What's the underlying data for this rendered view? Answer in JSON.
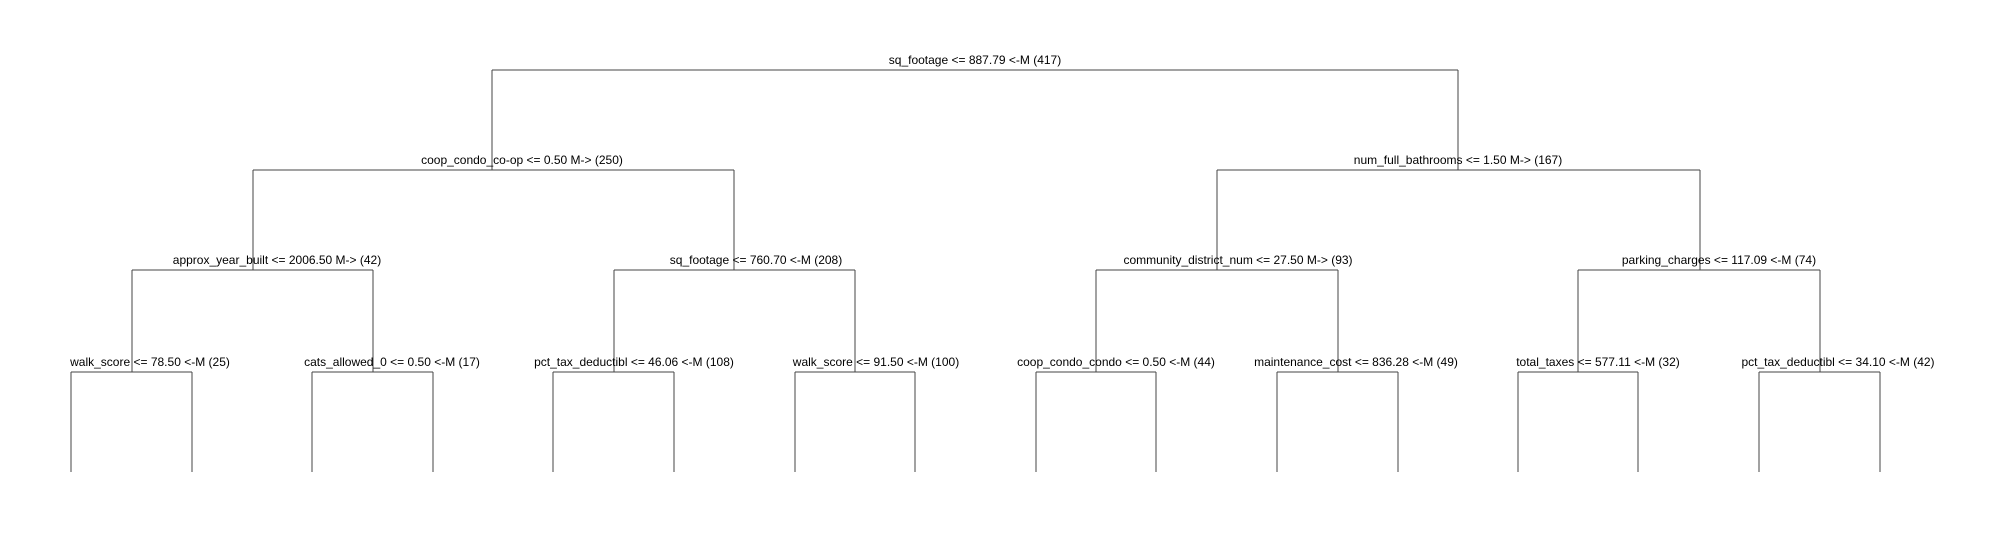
{
  "tree": {
    "line_color": "#444444",
    "nodes": [
      {
        "id": "root",
        "label": "sq_footage <= 887.79 <-M (417)"
      },
      {
        "id": "n1",
        "label": "coop_condo_co-op <= 0.50 M-> (250)"
      },
      {
        "id": "n2",
        "label": "num_full_bathrooms <= 1.50 M-> (167)"
      },
      {
        "id": "n1a",
        "label": "approx_year_built <= 2006.50 M-> (42)"
      },
      {
        "id": "n1b",
        "label": "sq_footage <= 760.70 <-M (208)"
      },
      {
        "id": "n2a",
        "label": "community_district_num <= 27.50 M-> (93)"
      },
      {
        "id": "n2b",
        "label": "parking_charges <= 117.09 <-M (74)"
      },
      {
        "id": "l1",
        "label": "walk_score <= 78.50 <-M (25)"
      },
      {
        "id": "l2",
        "label": "cats_allowed_0 <= 0.50 <-M (17)"
      },
      {
        "id": "l3",
        "label": "pct_tax_deductibl <= 46.06 <-M (108)"
      },
      {
        "id": "l4",
        "label": "walk_score <= 91.50 <-M (100)"
      },
      {
        "id": "l5",
        "label": "coop_condo_condo <= 0.50 <-M (44)"
      },
      {
        "id": "l6",
        "label": "maintenance_cost <= 836.28 <-M (49)"
      },
      {
        "id": "l7",
        "label": "total_taxes <= 577.11 <-M (32)"
      },
      {
        "id": "l8",
        "label": "pct_tax_deductibl <= 34.10 <-M (42)"
      }
    ]
  }
}
